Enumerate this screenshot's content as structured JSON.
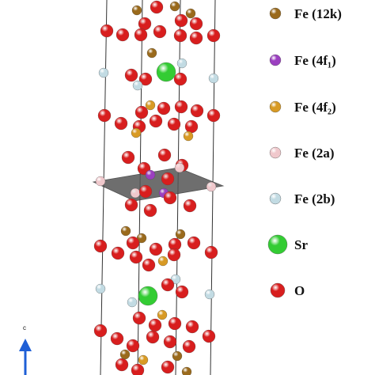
{
  "legend": [
    {
      "label": "Fe (12k)",
      "species": "fe12k",
      "color": "#9a6a1c"
    },
    {
      "label": "Fe (4f₁)",
      "species": "fe4f1",
      "color": "#9b3fc0"
    },
    {
      "label": "Fe (4f₂)",
      "species": "fe4f2",
      "color": "#d89a24"
    },
    {
      "label": "Fe (2a)",
      "species": "fe2a",
      "color": "#f0c8cc"
    },
    {
      "label": "Fe (2b)",
      "species": "fe2b",
      "color": "#c2dbe3"
    },
    {
      "label": "Sr",
      "species": "sr",
      "color": "#33cc33"
    },
    {
      "label": "O",
      "species": "o",
      "color": "#d81e1e"
    }
  ],
  "axis": {
    "label": "c",
    "color": "#1f5fd6"
  },
  "plane_color": "#555555"
}
